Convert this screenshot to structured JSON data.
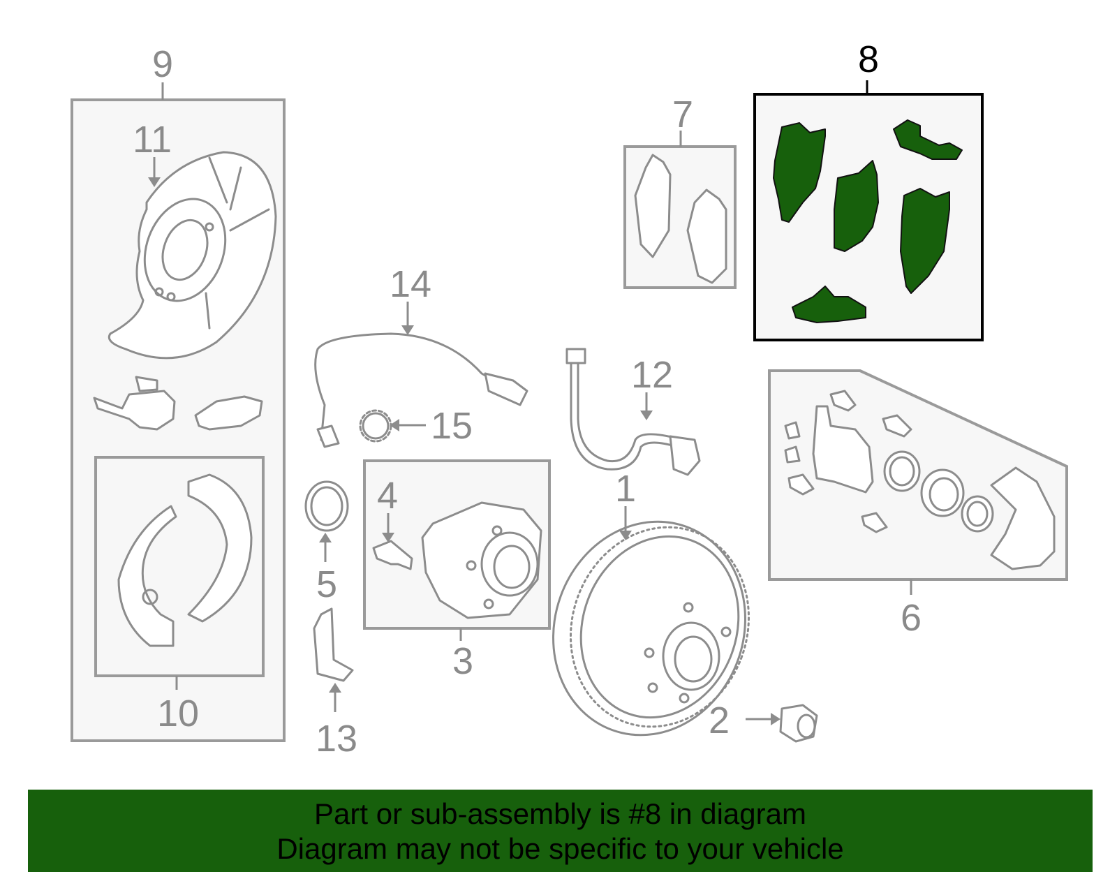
{
  "callouts": {
    "c1": "1",
    "c2": "2",
    "c3": "3",
    "c4": "4",
    "c5": "5",
    "c6": "6",
    "c7": "7",
    "c8": "8",
    "c9": "9",
    "c10": "10",
    "c11": "11",
    "c12": "12",
    "c13": "13",
    "c14": "14",
    "c15": "15"
  },
  "highlight": {
    "callout": "8",
    "color": "#17600c"
  },
  "banner": {
    "line1": "Part or sub-assembly is #8 in diagram",
    "line2": "Diagram may not be specific to your vehicle",
    "color": "#17600c"
  }
}
